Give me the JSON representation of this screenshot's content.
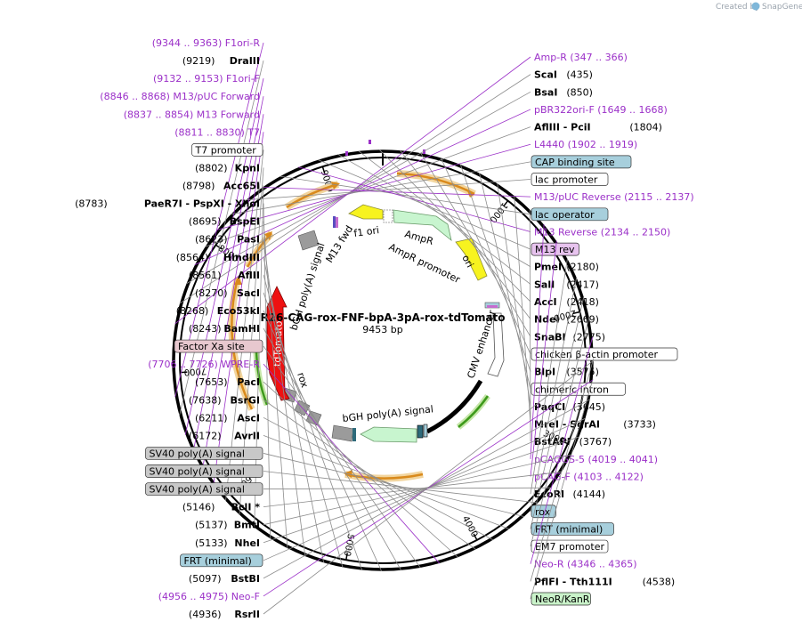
{
  "credit": {
    "prefix": "Created by",
    "brand": "SnapGene"
  },
  "plasmid": {
    "name": "R26-CAG-rox-FNF-bpA-3pA-rox-tdTomato",
    "length": "9453 bp"
  },
  "ticks": [
    "1000",
    "2000",
    "3000",
    "4000",
    "5000",
    "6000",
    "7000",
    "8000",
    "9000"
  ],
  "right_labels": [
    {
      "kind": "primer",
      "text": "Amp-R    (347 .. 366)"
    },
    {
      "kind": "site",
      "name": "ScaI",
      "pos": "(435)"
    },
    {
      "kind": "site",
      "name": "BsaI",
      "pos": "(850)"
    },
    {
      "kind": "primer",
      "text": "pBR322ori-F    (1649 .. 1668)"
    },
    {
      "kind": "site",
      "name": "AflIII  - PciI",
      "pos": "(1804)"
    },
    {
      "kind": "primer",
      "text": "L4440    (1902 .. 1919)"
    },
    {
      "kind": "feature",
      "text": "CAP binding site",
      "color": "#a7cfdc"
    },
    {
      "kind": "feature",
      "text": "lac promoter",
      "color": "#ffffff"
    },
    {
      "kind": "primer",
      "text": "M13/pUC Reverse    (2115 .. 2137)"
    },
    {
      "kind": "feature",
      "text": "lac operator",
      "color": "#a7cfdc"
    },
    {
      "kind": "primer",
      "text": "M13 Reverse    (2134 .. 2150)"
    },
    {
      "kind": "feature",
      "text": "M13 rev",
      "color": "#e7c3ee"
    },
    {
      "kind": "site",
      "name": "PmeI",
      "pos": "(2180)"
    },
    {
      "kind": "site",
      "name": "SalI",
      "pos": "(2417)"
    },
    {
      "kind": "site",
      "name": "AccI",
      "pos": "(2418)"
    },
    {
      "kind": "site",
      "name": "NdeI",
      "pos": "(2669)"
    },
    {
      "kind": "site",
      "name": "SnaBI",
      "pos": "(2775)"
    },
    {
      "kind": "feature",
      "text": "chicken β-actin promoter",
      "color": "#ffffff"
    },
    {
      "kind": "site",
      "name": "BlpI",
      "pos": "(3575)"
    },
    {
      "kind": "feature",
      "text": "chimeric intron",
      "color": "#ffffff"
    },
    {
      "kind": "site",
      "name": "PaqCI",
      "pos": "(3645)"
    },
    {
      "kind": "site",
      "name": "MreI  - SgrAI",
      "pos": "(3733)"
    },
    {
      "kind": "site",
      "name": "BstAPI",
      "pos": "(3767)"
    },
    {
      "kind": "primer",
      "text": "pCAGGS-5    (4019 .. 4041)"
    },
    {
      "kind": "primer",
      "text": "pCAG-F    (4103 .. 4122)"
    },
    {
      "kind": "site",
      "name": "EcoRI",
      "pos": "(4144)"
    },
    {
      "kind": "feature",
      "text": "rox",
      "color": "#a7cfdc"
    },
    {
      "kind": "feature",
      "text": "FRT (minimal)",
      "color": "#a7cfdc"
    },
    {
      "kind": "feature",
      "text": "EM7 promoter",
      "color": "#ffffff"
    },
    {
      "kind": "primer",
      "text": "Neo-R    (4346 .. 4365)"
    },
    {
      "kind": "site",
      "name": "PflFI  - Tth111I",
      "pos": "(4538)"
    },
    {
      "kind": "feature",
      "text": "NeoR/KanR",
      "color": "#c9f2c9"
    }
  ],
  "left_labels": [
    {
      "kind": "primer",
      "text": "(9344 .. 9363)  F1ori-R"
    },
    {
      "kind": "site",
      "name": "DraIII",
      "pos": "(9219)"
    },
    {
      "kind": "primer",
      "text": "(9132 .. 9153)  F1ori-F"
    },
    {
      "kind": "primer",
      "text": "(8846 .. 8868)  M13/pUC Forward"
    },
    {
      "kind": "primer",
      "text": "(8837 .. 8854)  M13 Forward"
    },
    {
      "kind": "primer",
      "text": "(8811 .. 8830)  T7"
    },
    {
      "kind": "feature",
      "text": "T7 promoter",
      "color": "#ffffff"
    },
    {
      "kind": "site",
      "name": "KpnI",
      "pos": "(8802)"
    },
    {
      "kind": "site",
      "name": "Acc65I",
      "pos": "(8798)"
    },
    {
      "kind": "site",
      "name": "PaeR7I  - PspXI  - XhoI",
      "pos": "(8783)"
    },
    {
      "kind": "site",
      "name": "BspEI",
      "pos": "(8695)"
    },
    {
      "kind": "site",
      "name": "PasI",
      "pos": "(8623)"
    },
    {
      "kind": "site",
      "name": "HindIII",
      "pos": "(8564)"
    },
    {
      "kind": "site",
      "name": "AflII",
      "pos": "(8561)"
    },
    {
      "kind": "site",
      "name": "SacI",
      "pos": "(8270)"
    },
    {
      "kind": "site",
      "name": "Eco53kI",
      "pos": "(8268)"
    },
    {
      "kind": "site",
      "name": "BamHI",
      "pos": "(8243)"
    },
    {
      "kind": "feature",
      "text": "Factor Xa site",
      "color": "#e8c8cf"
    },
    {
      "kind": "primer",
      "text": "(7706 .. 7726)  WPRE-R"
    },
    {
      "kind": "site",
      "name": "PacI",
      "pos": "(7653)"
    },
    {
      "kind": "site",
      "name": "BsrGI",
      "pos": "(7638)"
    },
    {
      "kind": "site",
      "name": "AscI",
      "pos": "(6211)"
    },
    {
      "kind": "site",
      "name": "AvrII",
      "pos": "(6172)"
    },
    {
      "kind": "feature",
      "text": "SV40 poly(A) signal",
      "color": "#c8c8c8"
    },
    {
      "kind": "feature",
      "text": "SV40 poly(A) signal",
      "color": "#c8c8c8"
    },
    {
      "kind": "feature",
      "text": "SV40 poly(A) signal",
      "color": "#c8c8c8"
    },
    {
      "kind": "site",
      "name": "BclI *",
      "pos": "(5146)"
    },
    {
      "kind": "site",
      "name": "BmtI",
      "pos": "(5137)"
    },
    {
      "kind": "site",
      "name": "NheI",
      "pos": "(5133)"
    },
    {
      "kind": "feature",
      "text": "FRT (minimal)",
      "color": "#a7cfdc"
    },
    {
      "kind": "site",
      "name": "BstBI",
      "pos": "(5097)"
    },
    {
      "kind": "primer",
      "text": "(4956 .. 4975)  Neo-F"
    },
    {
      "kind": "site",
      "name": "RsrII",
      "pos": "(4936)"
    }
  ],
  "inner_labels": {
    "f1ori": "f1 ori",
    "m13fwd": "M13 fwd",
    "ampr": "AmpR",
    "ampr_promoter": "AmpR promoter",
    "ori": "ori",
    "bgh_polya_left": "bGH poly(A) signal",
    "tdtomato": "tdTomato",
    "rox": "rox",
    "cmv": "CMV enhancer",
    "bgh_polya_bottom": "bGH poly(A) signal"
  }
}
